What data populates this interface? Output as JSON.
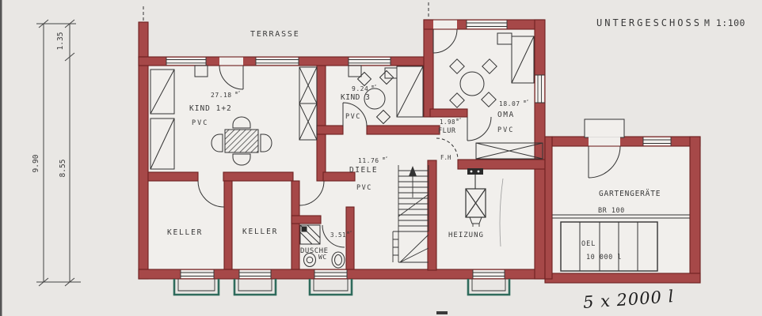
{
  "drawing": {
    "title": "UNTERGESCHOSS",
    "scale": "M 1:100",
    "terrace_label": "TERRASSE",
    "handwritten_note": "5 x 2000 l",
    "area_unit": "m²"
  },
  "dimensions": {
    "total_height": "9.90",
    "upper_offset": "1.35",
    "lower_part": "8.55"
  },
  "rooms": {
    "kind12": {
      "name": "KIND 1+2",
      "area": "27.18",
      "floor": "PVC"
    },
    "kind3": {
      "name": "KIND 3",
      "area": "9.24",
      "floor": "PVC"
    },
    "oma": {
      "name": "OMA",
      "area": "18.07",
      "floor": "PVC"
    },
    "flur": {
      "name": "FLUR",
      "area": "1.98"
    },
    "diele": {
      "name": "DIELE",
      "area": "11.76",
      "floor": "PVC"
    },
    "keller1": {
      "name": "KELLER"
    },
    "keller2": {
      "name": "KELLER"
    },
    "dusche": {
      "name": "DUSCHE",
      "name2": "WC",
      "area": "3.51"
    },
    "heizung": {
      "name": "HEIZUNG"
    },
    "garten": {
      "name": "GARTENGERÄTE",
      "note": "BR 100"
    },
    "oel": {
      "label": "OEL",
      "capacity": "10 000 l"
    }
  },
  "labels": {
    "fire_door": "F.H"
  },
  "colors": {
    "wall": "#a64848",
    "wall_edge": "#6e2222",
    "lightwell": "#2f6b5c",
    "paper": "#e9e7e4",
    "room": "#f1efec",
    "ink": "#3a3a3a"
  }
}
